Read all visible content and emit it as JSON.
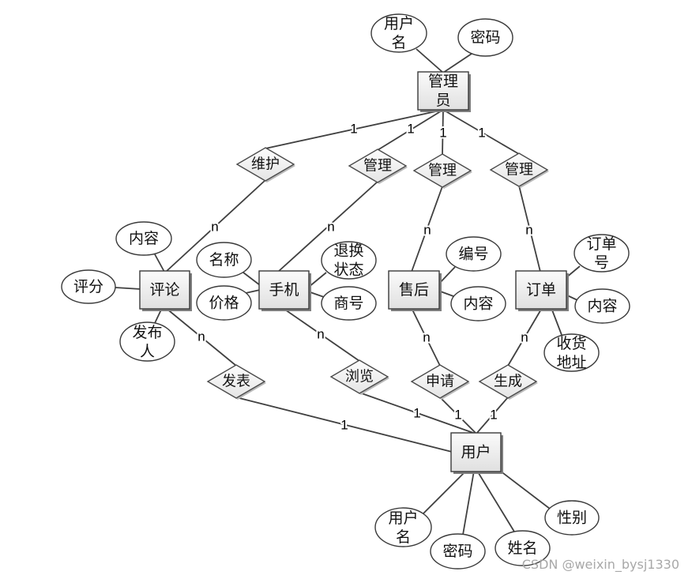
{
  "entities": {
    "admin": {
      "lines": [
        "管理",
        "员"
      ]
    },
    "comment": {
      "lines": [
        "评论"
      ]
    },
    "phone": {
      "lines": [
        "手机"
      ]
    },
    "after_sales": {
      "lines": [
        "售后"
      ]
    },
    "order": {
      "lines": [
        "订单"
      ]
    },
    "user": {
      "lines": [
        "用户"
      ]
    }
  },
  "attributes": {
    "admin_username": {
      "lines": [
        "用户",
        "名"
      ]
    },
    "admin_password": {
      "lines": [
        "密码"
      ]
    },
    "comment_content": {
      "lines": [
        "内容"
      ]
    },
    "comment_score": {
      "lines": [
        "评分"
      ]
    },
    "comment_publisher": {
      "lines": [
        "发布",
        "人"
      ]
    },
    "phone_name": {
      "lines": [
        "名称"
      ]
    },
    "phone_price": {
      "lines": [
        "价格"
      ]
    },
    "phone_return_status": {
      "lines": [
        "退换",
        "状态"
      ]
    },
    "phone_merchant_no": {
      "lines": [
        "商号"
      ]
    },
    "after_sales_number": {
      "lines": [
        "编号"
      ]
    },
    "after_sales_content": {
      "lines": [
        "内容"
      ]
    },
    "order_number": {
      "lines": [
        "订单",
        "号"
      ]
    },
    "order_content": {
      "lines": [
        "内容"
      ]
    },
    "order_address": {
      "lines": [
        "收货",
        "地址"
      ]
    },
    "user_username": {
      "lines": [
        "用户",
        "名"
      ]
    },
    "user_password": {
      "lines": [
        "密码"
      ]
    },
    "user_name": {
      "lines": [
        "姓名"
      ]
    },
    "user_gender": {
      "lines": [
        "性别"
      ]
    }
  },
  "relationships": {
    "maintain": {
      "label": "维护",
      "card_admin": "1",
      "card_comment": "n"
    },
    "manage_phone": {
      "label": "管理",
      "card_admin": "1",
      "card_phone": "n"
    },
    "manage_after_sales": {
      "label": "管理",
      "card_admin": "1",
      "card_after_sales": "n"
    },
    "manage_order": {
      "label": "管理",
      "card_admin": "1",
      "card_order": "n"
    },
    "publish": {
      "label": "发表",
      "card_comment": "n",
      "card_user": "1"
    },
    "browse": {
      "label": "浏览",
      "card_phone": "n",
      "card_user": "1"
    },
    "apply": {
      "label": "申请",
      "card_after_sales": "n",
      "card_user": "1"
    },
    "generate": {
      "label": "生成",
      "card_order": "n",
      "card_user": "1"
    }
  },
  "watermark": "CSDN @weixin_bysj1330"
}
